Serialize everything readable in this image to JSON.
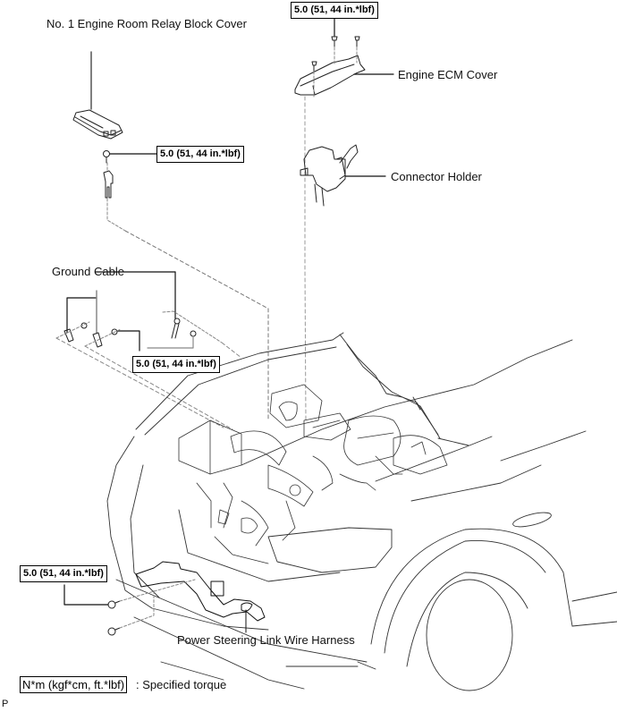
{
  "diagram": {
    "type": "exploded-view service illustration",
    "components": [
      {
        "id": "relay_cover",
        "label": "No. 1 Engine Room Relay Block Cover"
      },
      {
        "id": "ecm_cover",
        "label": "Engine ECM Cover"
      },
      {
        "id": "connector_holder",
        "label": "Connector Holder"
      },
      {
        "id": "ground_cable",
        "label": "Ground Cable"
      },
      {
        "id": "ps_harness",
        "label": "Power Steering Link Wire Harness"
      }
    ],
    "torque_callouts": [
      {
        "id": "torque_ecm",
        "value": "5.0 (51, 44 in.*lbf)"
      },
      {
        "id": "torque_relay",
        "value": "5.0 (51, 44 in.*lbf)"
      },
      {
        "id": "torque_ground",
        "value": "5.0 (51, 44 in.*lbf)"
      },
      {
        "id": "torque_harness",
        "value": "5.0 (51, 44 in.*lbf)"
      }
    ],
    "legend": {
      "unit_box": "N*m (kgf*cm, ft.*lbf)",
      "description": ": Specified torque"
    },
    "corner_mark": "P"
  }
}
